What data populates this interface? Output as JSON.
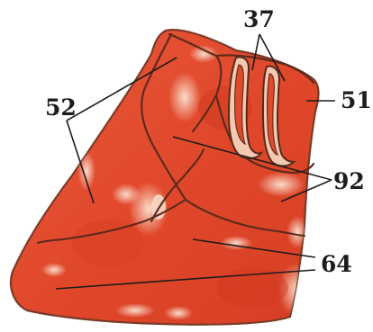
{
  "labels": {
    "a": "37",
    "b": "52",
    "c": "51",
    "d": "92",
    "e": "64"
  },
  "colors": {
    "tissue": "#e14a2c",
    "tissue_dark": "#c7381f",
    "highlight": "#f6d6c0",
    "seam": "#5a2a1c",
    "leader": "#1f1c1a"
  }
}
